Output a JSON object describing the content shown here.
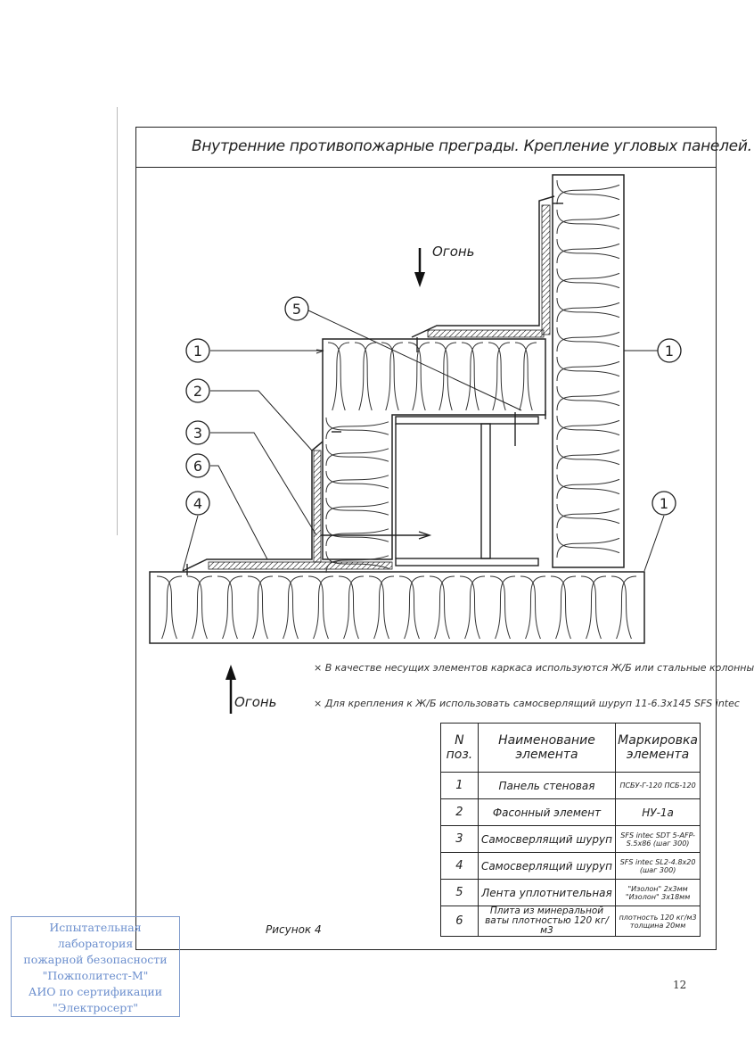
{
  "title": "Внутренние противопожарные преграды. Крепление угловых панелей.",
  "fire_labels": {
    "top": "Огонь",
    "bottom": "Огонь"
  },
  "callouts": [
    "1",
    "2",
    "3",
    "6",
    "4",
    "5",
    "1",
    "1"
  ],
  "notes": [
    "× В качестве несущих элементов каркаса используются Ж/Б или стальные колонны",
    "× Для крепления к Ж/Б использовать самосверлящий шуруп 11-6.3х145 SFS intec"
  ],
  "table": {
    "headers": [
      "N поз.",
      "Наименование элемента",
      "Маркировка элемента"
    ],
    "rows": [
      {
        "pos": "1",
        "name": "Панель стеновая",
        "mark": "ПСБУ-Г-120 ПСБ-120"
      },
      {
        "pos": "2",
        "name": "Фасонный элемент",
        "mark": "НУ-1а"
      },
      {
        "pos": "3",
        "name": "Самосверлящий шуруп",
        "mark": "SFS intec SDT 5-AFP-S.5х86 (шаг 300)"
      },
      {
        "pos": "4",
        "name": "Самосверлящий шуруп",
        "mark": "SFS intec SL2-4.8х20 (шаг 300)"
      },
      {
        "pos": "5",
        "name": "Лента уплотнительная",
        "mark": "\"Изолон\" 2х3мм \"Изолон\" 3х18мм"
      },
      {
        "pos": "6",
        "name": "Плита из минеральной ваты плотностью 120 кг/м3",
        "mark": "плотность 120 кг/м3 толщина 20мм"
      }
    ]
  },
  "figure_label": "Рисунок 4",
  "page_number": "12",
  "stamp": {
    "lines": [
      "Испытательная",
      "лаборатория",
      "пожарной безопасности",
      "\"Пожполитест-М\"",
      "АИО по сертификации",
      "\"Электросерт\""
    ]
  }
}
